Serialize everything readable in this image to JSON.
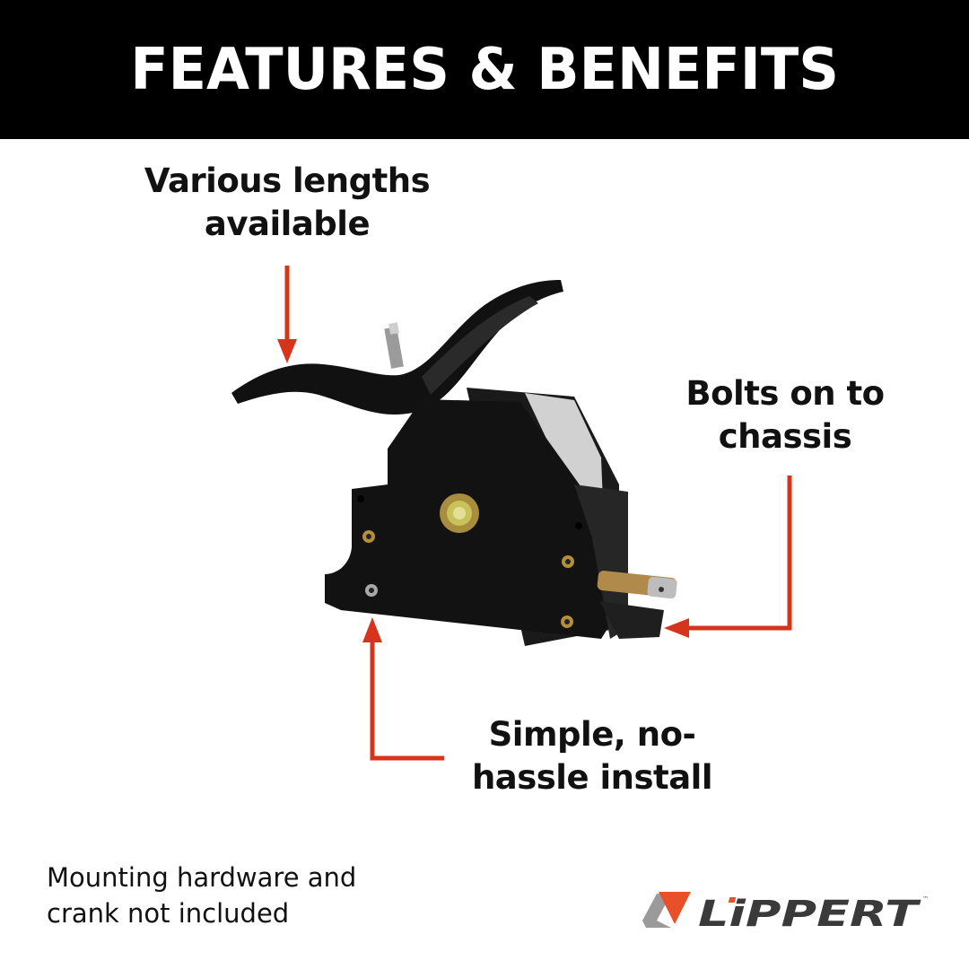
{
  "header": {
    "title": "FEATURES & BENEFITS"
  },
  "callouts": {
    "lengths": {
      "line1": "Various lengths",
      "line2": "available"
    },
    "bolts": {
      "line1": "Bolts on to",
      "line2": "chassis"
    },
    "install": {
      "line1": "Simple, no-",
      "line2": "hassle install"
    }
  },
  "footer_note": {
    "line1": "Mounting hardware and",
    "line2": "crank not included"
  },
  "brand": {
    "name": "LiPPERT",
    "trademark": "™"
  },
  "colors": {
    "arrow": "#d6341c",
    "header_bg": "#000000",
    "logo_orange": "#e8502a",
    "logo_gray": "#9a9a9a",
    "logo_text": "#3a3a3a"
  },
  "product_image": {
    "alt": "Black steel tongue jack / stabilizer bracket with zinc bolt and brass shaft"
  }
}
